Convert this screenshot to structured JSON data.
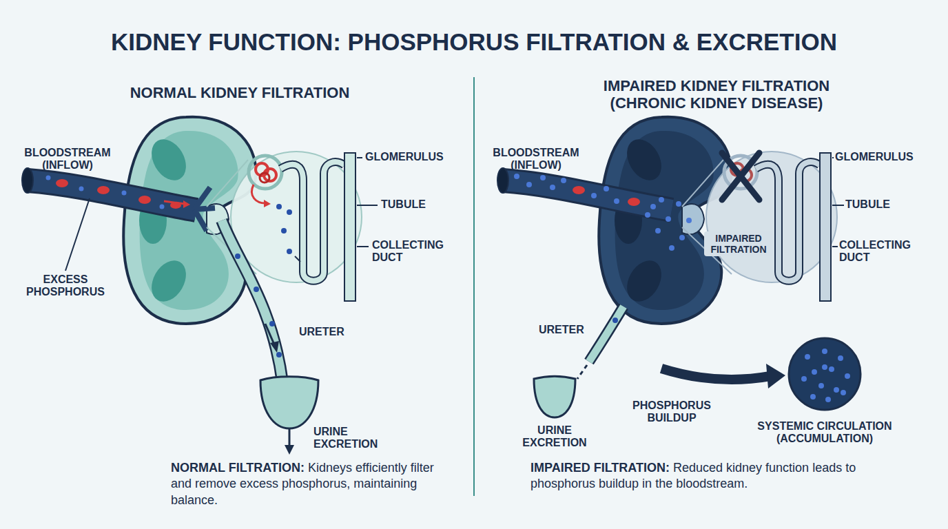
{
  "diagram": {
    "title": "KIDNEY FUNCTION: PHOSPHORUS FILTRATION & EXCRETION",
    "nodes": [
      {
        "text": [
          "SYSTEMIC CIRCULATION (ACCUMULATION)"
        ]
      }
    ],
    "labels": [
      "NORMAL KIDNEY FILTRATION",
      "BLOODSTREAM (INFLOW)",
      "EXCESS PHOSPHORUS",
      "GLOMERULUS",
      "TUBULE",
      "COLLECTING DUCT",
      "URETER",
      "URINE EXCRETION",
      "NORMAL FILTRATION:",
      "Kidneys efficiently filter and remove excess phosphorus, maintaining balance.",
      "IMPAIRED KIDNEY FILTRATION (CHRONIC KIDNEY DISEASE)",
      "BLOODSTREAM (INFLOW)",
      "GLOMERULUS",
      "IMPAIRED FILTRATION",
      "TUBULE",
      "COLLECTING DUCT",
      "URETER",
      "URINE EXCRETION",
      "PHOSPHORUS BUILDUP",
      "IMPAIRED FILTRATION:",
      "Reduced kidney function leads to phosphorus buildup in the bloodstream."
    ]
  }
}
